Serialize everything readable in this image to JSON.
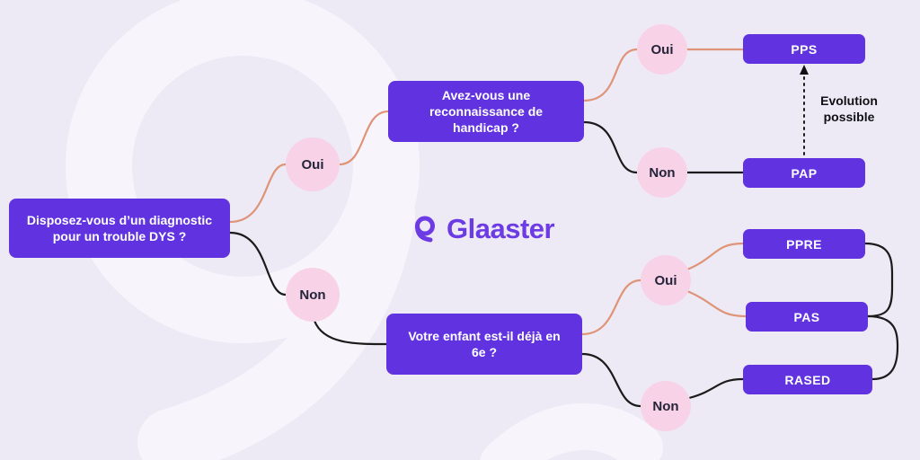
{
  "logo": {
    "name": "Glaaster"
  },
  "questions": {
    "diagnostic": "Disposez-vous d’un diagnostic pour un trouble DYS ?",
    "handicap": "Avez-vous une reconnaissance de handicap ?",
    "sixieme": "Votre enfant est-il déjà en 6e ?"
  },
  "answers": {
    "oui": "Oui",
    "non": "Non"
  },
  "outcomes": {
    "pps": "PPS",
    "pap": "PAP",
    "ppre": "PPRE",
    "pas": "PAS",
    "rased": "RASED"
  },
  "annotations": {
    "evolution": "Evolution possible"
  },
  "colors": {
    "purple": "#6133e0",
    "pink": "#f8d2e6",
    "salmon": "#df9477",
    "line": "#1b1b1b",
    "background": "#edeaf6",
    "swirl": "#f7f5fb",
    "logo": "#6d3be4"
  }
}
